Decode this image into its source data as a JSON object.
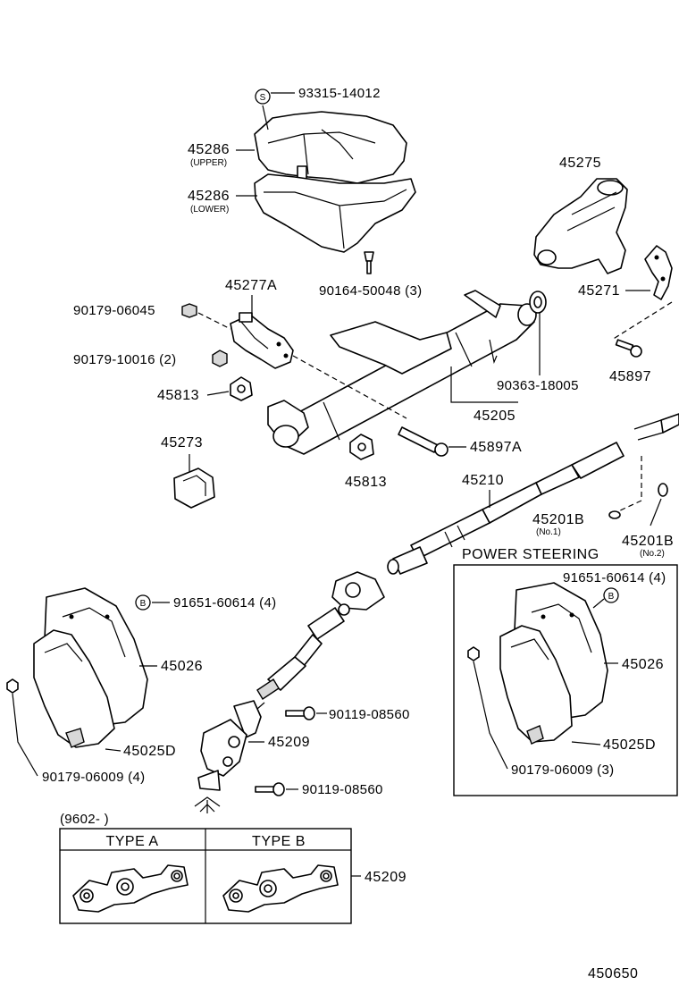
{
  "labels": {
    "p93315": "93315-14012",
    "p45286_upper": "45286",
    "upper_note": "(UPPER)",
    "p45286_lower": "45286",
    "lower_note": "(LOWER)",
    "p90164": "90164-50048 (3)",
    "p45275": "45275",
    "p45271": "45271",
    "p45897": "45897",
    "p45277A": "45277A",
    "p90179_06045": "90179-06045",
    "p90179_10016": "90179-10016 (2)",
    "p45813_a": "45813",
    "p45813_b": "45813",
    "p90363": "90363-18005",
    "p45205": "45205",
    "p45273": "45273",
    "p45897A": "45897A",
    "p45210": "45210",
    "p45201B_1": "45201B",
    "no1": "(No.1)",
    "p45201B_2": "45201B",
    "no2": "(No.2)",
    "p91651_left": "91651-60614 (4)",
    "p45026_left": "45026",
    "p45025D_left": "45025D",
    "p90179_06009_left": "90179-06009 (4)",
    "p90119_a": "90119-08560",
    "p45209": "45209",
    "p90119_b": "90119-08560",
    "power_steering": "POWER STEERING",
    "p91651_right": "91651-60614 (4)",
    "p45026_right": "45026",
    "p45025D_right": "45025D",
    "p90179_06009_right": "90179-06009 (3)",
    "date_range": "(9602-         )",
    "type_a": "TYPE A",
    "type_b": "TYPE B",
    "p45209_table": "45209",
    "diagram_number": "450650",
    "symbol_s": "S",
    "symbol_b": "B"
  }
}
